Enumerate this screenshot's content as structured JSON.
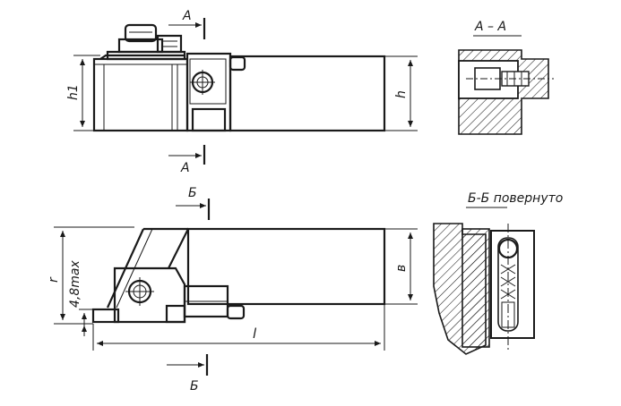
{
  "drawing": {
    "top_view": {
      "section_a_label_top": "A",
      "section_a_label_bottom": "A",
      "dim_h1": "h1",
      "dim_h": "h"
    },
    "section_aa": {
      "title": "A – A"
    },
    "front_view": {
      "section_b_label_top": "Б",
      "section_b_label_bottom": "Б",
      "dim_r": "r",
      "dim_max": "4,8max",
      "dim_b": "в",
      "dim_l": "l"
    },
    "section_bb": {
      "title": "Б-Б повернуто"
    }
  }
}
